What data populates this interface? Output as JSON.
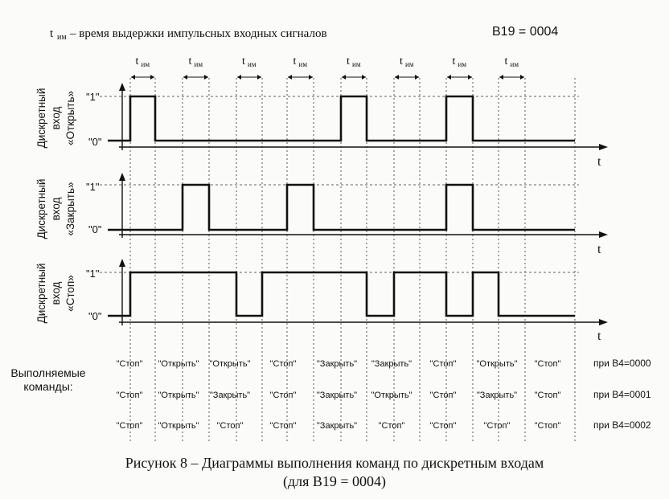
{
  "header": {
    "legend_sym": "t",
    "legend_sub": "им",
    "legend_text": "– время выдержки импульсных входных сигналов",
    "param": "B19 = 0004"
  },
  "timer": {
    "sym": "t",
    "sub": "им"
  },
  "axis_t": "t",
  "level_1": "\"1\"",
  "level_0": "\"0\"",
  "channels": [
    {
      "label_line1": "Дискретный",
      "label_line2": "вход",
      "label_line3": "«Открыть»",
      "high": [
        [
          1,
          2
        ],
        [
          9,
          10
        ],
        [
          13,
          14
        ]
      ]
    },
    {
      "label_line1": "Дискретный",
      "label_line2": "вход",
      "label_line3": "«Закрыть»",
      "high": [
        [
          3,
          4
        ],
        [
          7,
          8
        ],
        [
          13,
          14
        ]
      ]
    },
    {
      "label_line1": "Дискретный",
      "label_line2": "вход",
      "label_line3": "«Стоп»",
      "high": [
        [
          1,
          5
        ],
        [
          6,
          10
        ],
        [
          11,
          13
        ],
        [
          14,
          15
        ]
      ]
    }
  ],
  "commands": {
    "label_line1": "Выполняемые",
    "label_line2": "команды:",
    "rows": [
      {
        "cells": [
          "\"Стоп\"",
          "\"Открыть\"",
          "\"Открыть\"",
          "\"Стоп\"",
          "\"Закрыть\"",
          "\"Закрыть\"",
          "\"Стоп\"",
          "\"Открыть\"",
          "\"Стоп\""
        ],
        "mode": "при B4=0000"
      },
      {
        "cells": [
          "\"Стоп\"",
          "\"Открыть\"",
          "\"Закрыть\"",
          "\"Стоп\"",
          "\"Закрыть\"",
          "\"Открыть\"",
          "\"Стоп\"",
          "\"Закрыть\"",
          "\"Стоп\""
        ],
        "mode": "при B4=0001"
      },
      {
        "cells": [
          "\"Стоп\"",
          "\"Открыть\"",
          "\"Стоп\"",
          "\"Стоп\"",
          "\"Закрыть\"",
          "\"Стоп\"",
          "\"Стоп\"",
          "\"Стоп\"",
          "\"Стоп\""
        ],
        "mode": "при B4=0002"
      }
    ]
  },
  "caption": {
    "line1": "Рисунок 8 – Диаграммы выполнения команд по дискретным входам",
    "line2": "(для B19 = 0004)"
  }
}
